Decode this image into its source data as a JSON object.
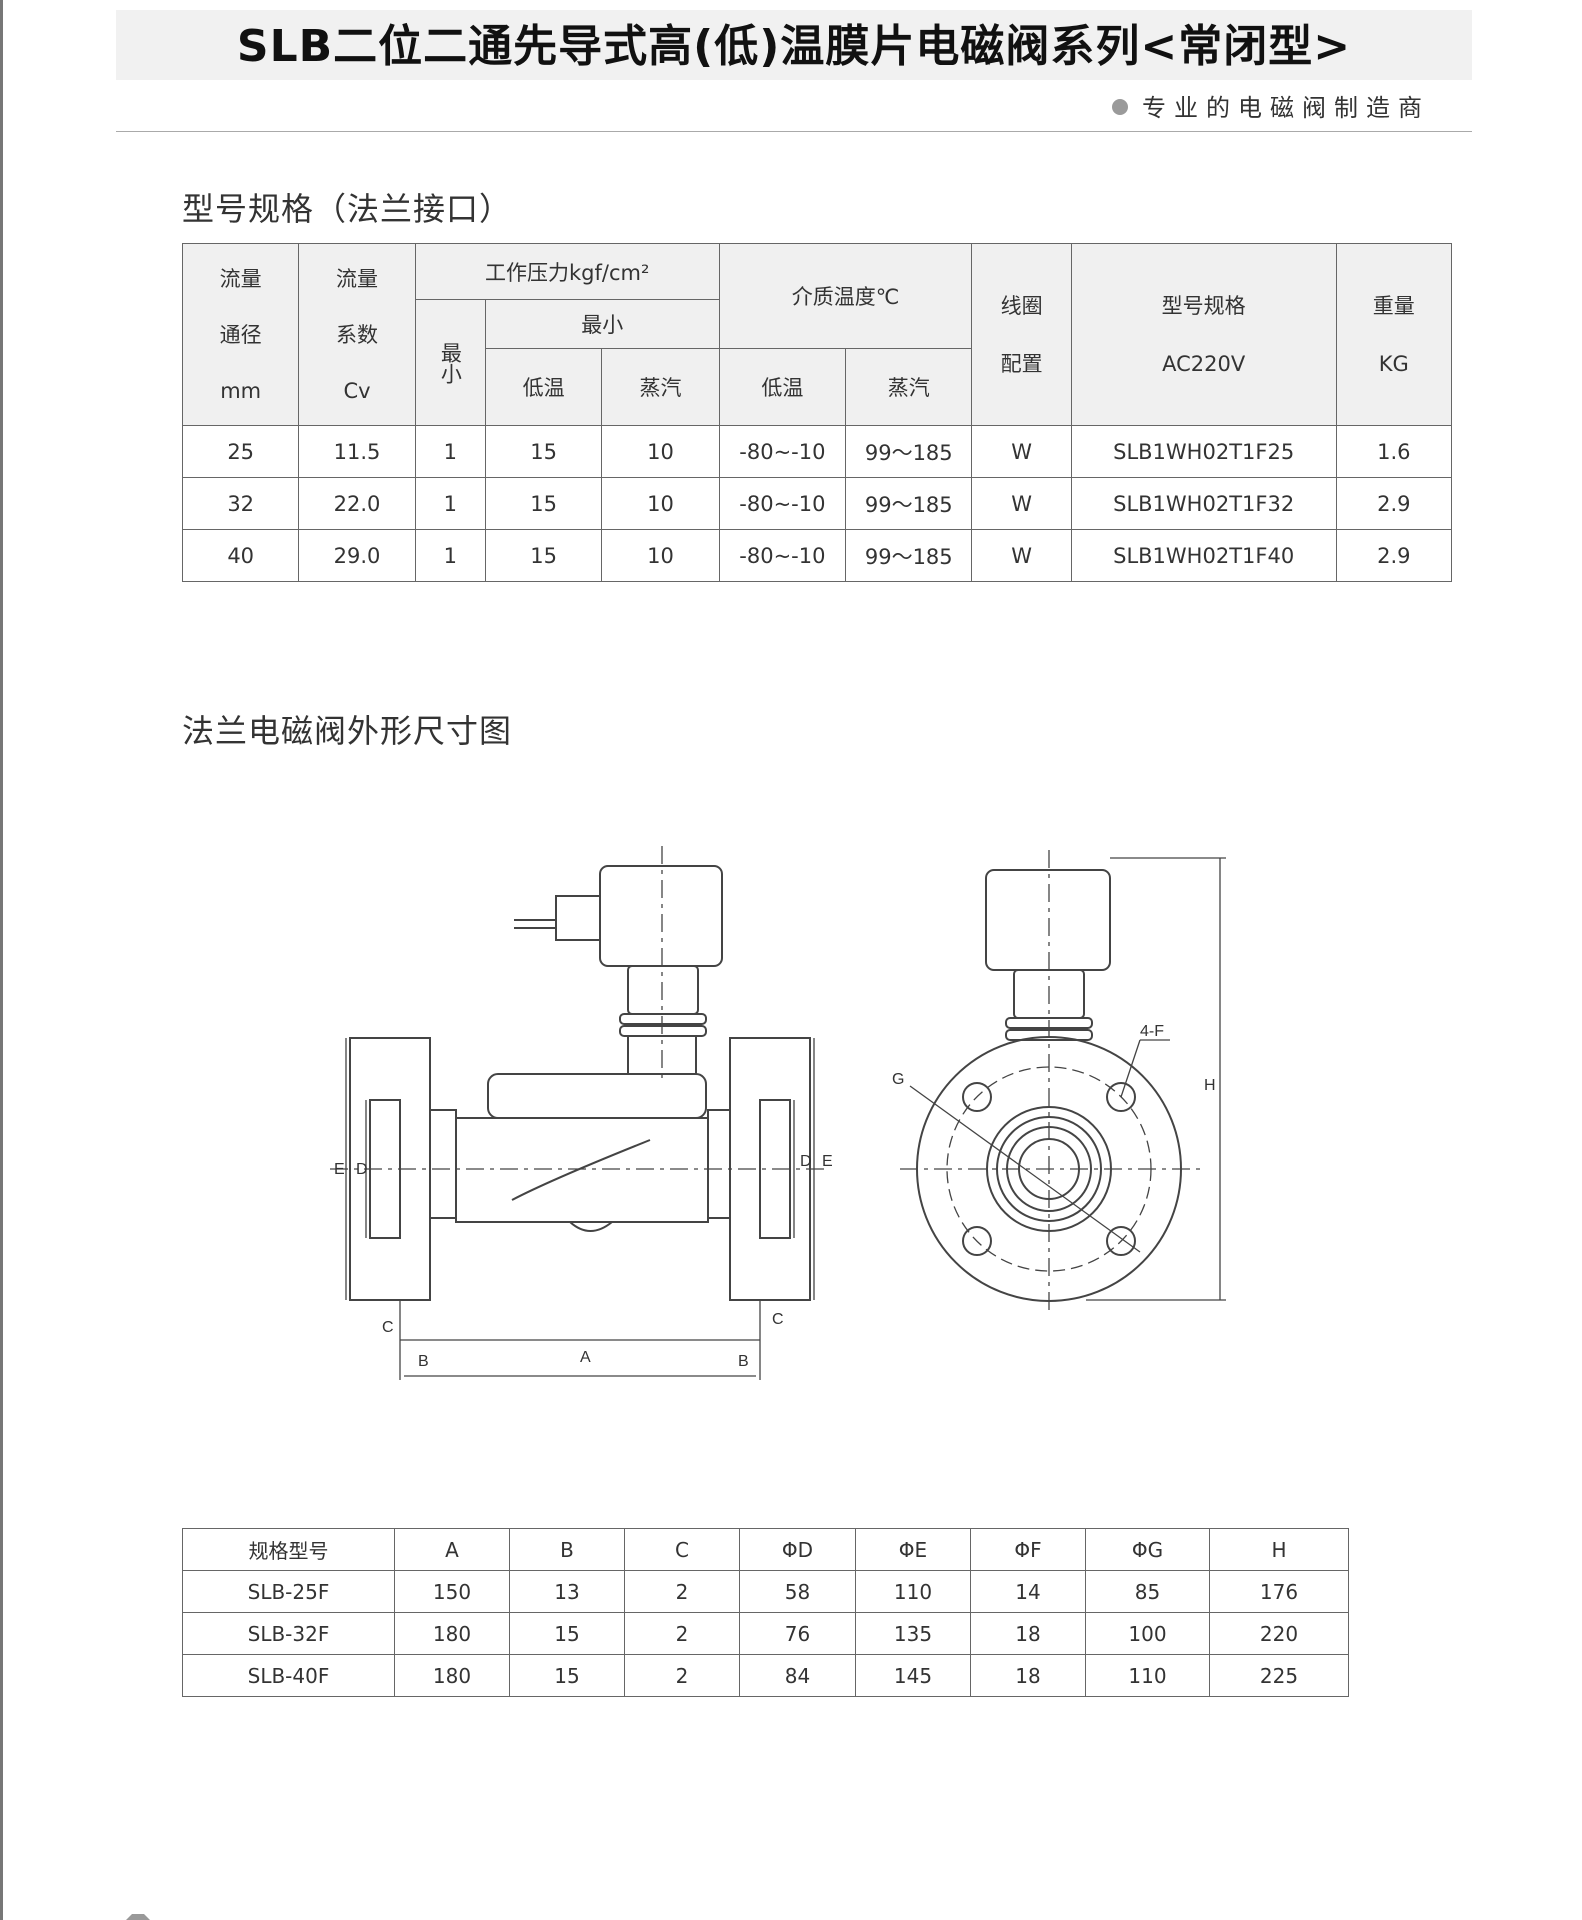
{
  "header": {
    "title": "SLB二位二通先导式高(低)温膜片电磁阀系列<常闭型>",
    "subtitle": "专业的电磁阀制造商"
  },
  "spec_section": {
    "heading": "型号规格（法兰接口）",
    "headers": {
      "diameter": [
        "流量",
        "通径",
        "mm"
      ],
      "cv": [
        "流量",
        "系数",
        "Cv"
      ],
      "pressure": "工作压力kgf/cm²",
      "pressure_min": "最小",
      "pressure_max": "最小",
      "low_temp": "低温",
      "steam": "蒸汽",
      "medium_temp": "介质温度℃",
      "temp_low": "低温",
      "temp_steam": "蒸汽",
      "coil": [
        "线圈",
        "配置"
      ],
      "model": [
        "型号规格",
        "AC220V"
      ],
      "weight": [
        "重量",
        "KG"
      ]
    },
    "rows": [
      [
        "25",
        "11.5",
        "1",
        "15",
        "10",
        "-80~-10",
        "99～185",
        "W",
        "SLB1WH02T1F25",
        "1.6"
      ],
      [
        "32",
        "22.0",
        "1",
        "15",
        "10",
        "-80~-10",
        "99～185",
        "W",
        "SLB1WH02T1F32",
        "2.9"
      ],
      [
        "40",
        "29.0",
        "1",
        "15",
        "10",
        "-80~-10",
        "99～185",
        "W",
        "SLB1WH02T1F40",
        "2.9"
      ]
    ]
  },
  "diagram_section": {
    "heading": "法兰电磁阀外形尺寸图",
    "labels": {
      "A": "A",
      "B": "B",
      "C": "C",
      "D": "D",
      "E": "E",
      "G": "G",
      "H": "H",
      "F4": "4-F"
    }
  },
  "dims_table": {
    "headers": [
      "规格型号",
      "A",
      "B",
      "C",
      "ΦD",
      "ΦE",
      "ΦF",
      "ΦG",
      "H"
    ],
    "rows": [
      [
        "SLB-25F",
        "150",
        "13",
        "2",
        "58",
        "110",
        "14",
        "85",
        "176"
      ],
      [
        "SLB-32F",
        "180",
        "15",
        "2",
        "76",
        "135",
        "18",
        "100",
        "220"
      ],
      [
        "SLB-40F",
        "180",
        "15",
        "2",
        "84",
        "145",
        "18",
        "110",
        "225"
      ]
    ]
  }
}
